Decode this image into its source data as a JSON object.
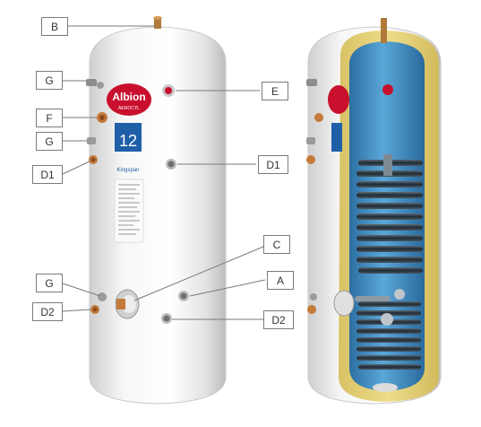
{
  "callouts": {
    "b": "B",
    "g_top": "G",
    "f": "F",
    "g_mid": "G",
    "d1_left": "D1",
    "e": "E",
    "d1_right": "D1",
    "c": "C",
    "g_low": "G",
    "a": "A",
    "d2_left": "D2",
    "d2_right": "D2"
  },
  "badge": {
    "brand": "Albion",
    "subbrand": "AEROCYL",
    "capacity": "12",
    "maker": "Kingspan"
  },
  "colors": {
    "body": "#f2f2f2",
    "badge_red": "#c8102e",
    "insulation": "#e6d27a",
    "inner_tank": "#3f8dc5",
    "copper": "#c47a3a",
    "line": "#7a7a7a"
  }
}
